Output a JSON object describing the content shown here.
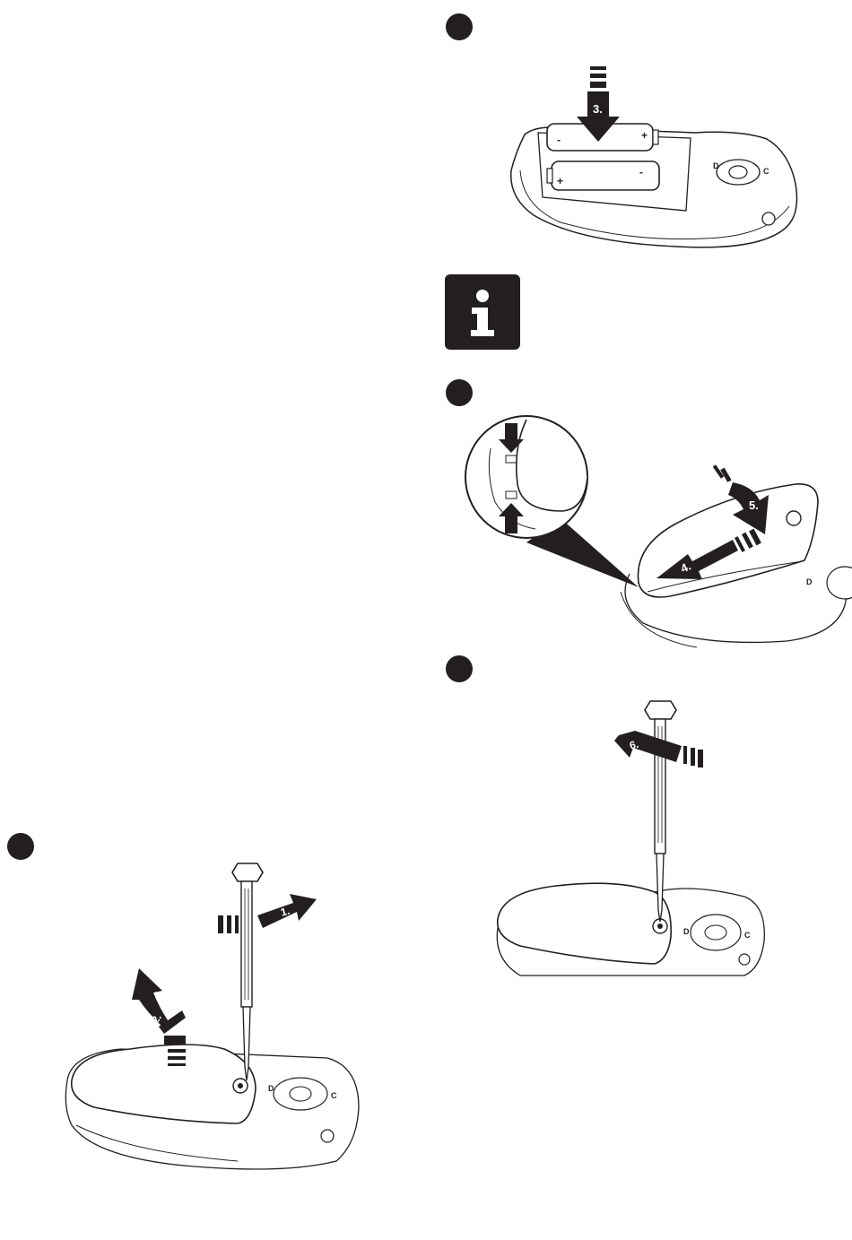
{
  "steps": {
    "step_1": {
      "arrows": [
        "1.",
        "2."
      ]
    },
    "step_2": {
      "arrows": [
        "3."
      ],
      "battery_plus": "+",
      "battery_minus": "-"
    },
    "step_3": {
      "arrows": [
        "4.",
        "5."
      ]
    },
    "step_4": {
      "arrows": [
        "6."
      ]
    }
  },
  "device_labels": {
    "d": "D",
    "c": "C"
  },
  "info_icon": {
    "glyph": "i"
  },
  "colors": {
    "ink": "#231f20",
    "paper": "#ffffff"
  }
}
